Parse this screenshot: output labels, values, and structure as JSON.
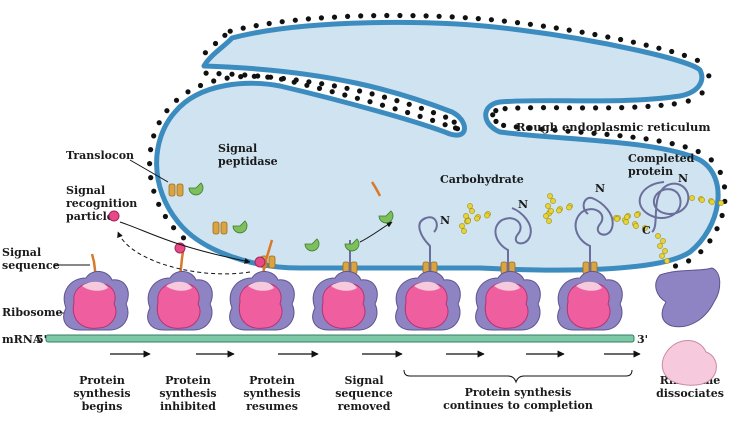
{
  "labels": {
    "translocon": "Translocon",
    "signal_peptidase_1": "Signal",
    "signal_peptidase_2": "peptidase",
    "srp_1": "Signal",
    "srp_2": "recognition",
    "srp_3": "particle",
    "signal_sequence_1": "Signal",
    "signal_sequence_2": "sequence",
    "ribosome": "Ribosome",
    "mrna": "mRNA",
    "five_prime": "5'",
    "three_prime": "3'",
    "rough_er": "Rough endoplasmic reticulum",
    "carbohydrate": "Carbohydrate",
    "completed_1": "Completed",
    "completed_2": "protein",
    "n_terminus": "N",
    "c_terminus": "C"
  },
  "stages": [
    {
      "line1": "Protein",
      "line2": "synthesis",
      "line3": "begins"
    },
    {
      "line1": "Protein",
      "line2": "synthesis",
      "line3": "inhibited"
    },
    {
      "line1": "Protein",
      "line2": "synthesis",
      "line3": "resumes"
    },
    {
      "line1": "Signal",
      "line2": "sequence",
      "line3": "removed"
    },
    {
      "line1": "Protein synthesis",
      "line2": "continues to completion",
      "line3": ""
    },
    {
      "line1": "Ribosome",
      "line2": "dissociates",
      "line3": ""
    }
  ],
  "colors": {
    "er_lumen": "#cfe3f1",
    "er_membrane": "#3d8cc0",
    "ribosome_large": "#8e83c3",
    "ribosome_small": "#ef5fa0",
    "ribosome_small_light": "#f6c9dc",
    "mrna": "#7cc9a8",
    "translocon": "#d9a441",
    "signal_peptidase": "#7cbf5c",
    "srp": "#e84a87",
    "chain": "#6b6e9a",
    "carbohydrate": "#e6d33a",
    "signal_sequence": "#d97a2a",
    "ribosome_dot": "#111111"
  }
}
